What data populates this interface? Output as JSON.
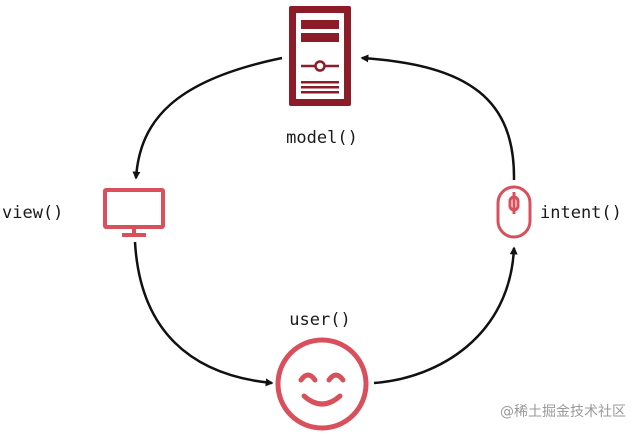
{
  "nodes": {
    "model": {
      "label": "model()",
      "icon": "server-icon"
    },
    "view": {
      "label": "view()",
      "icon": "monitor-icon"
    },
    "intent": {
      "label": "intent()",
      "icon": "mouse-icon"
    },
    "user": {
      "label": "user()",
      "icon": "smiley-face-icon"
    }
  },
  "edges": [
    {
      "from": "model",
      "to": "view"
    },
    {
      "from": "view",
      "to": "user"
    },
    {
      "from": "user",
      "to": "intent"
    },
    {
      "from": "intent",
      "to": "model"
    }
  ],
  "colors": {
    "model_icon": "#8b1c28",
    "icon_accent": "#d9505c",
    "arrow": "#111111"
  },
  "watermark": "@稀土掘金技术社区"
}
